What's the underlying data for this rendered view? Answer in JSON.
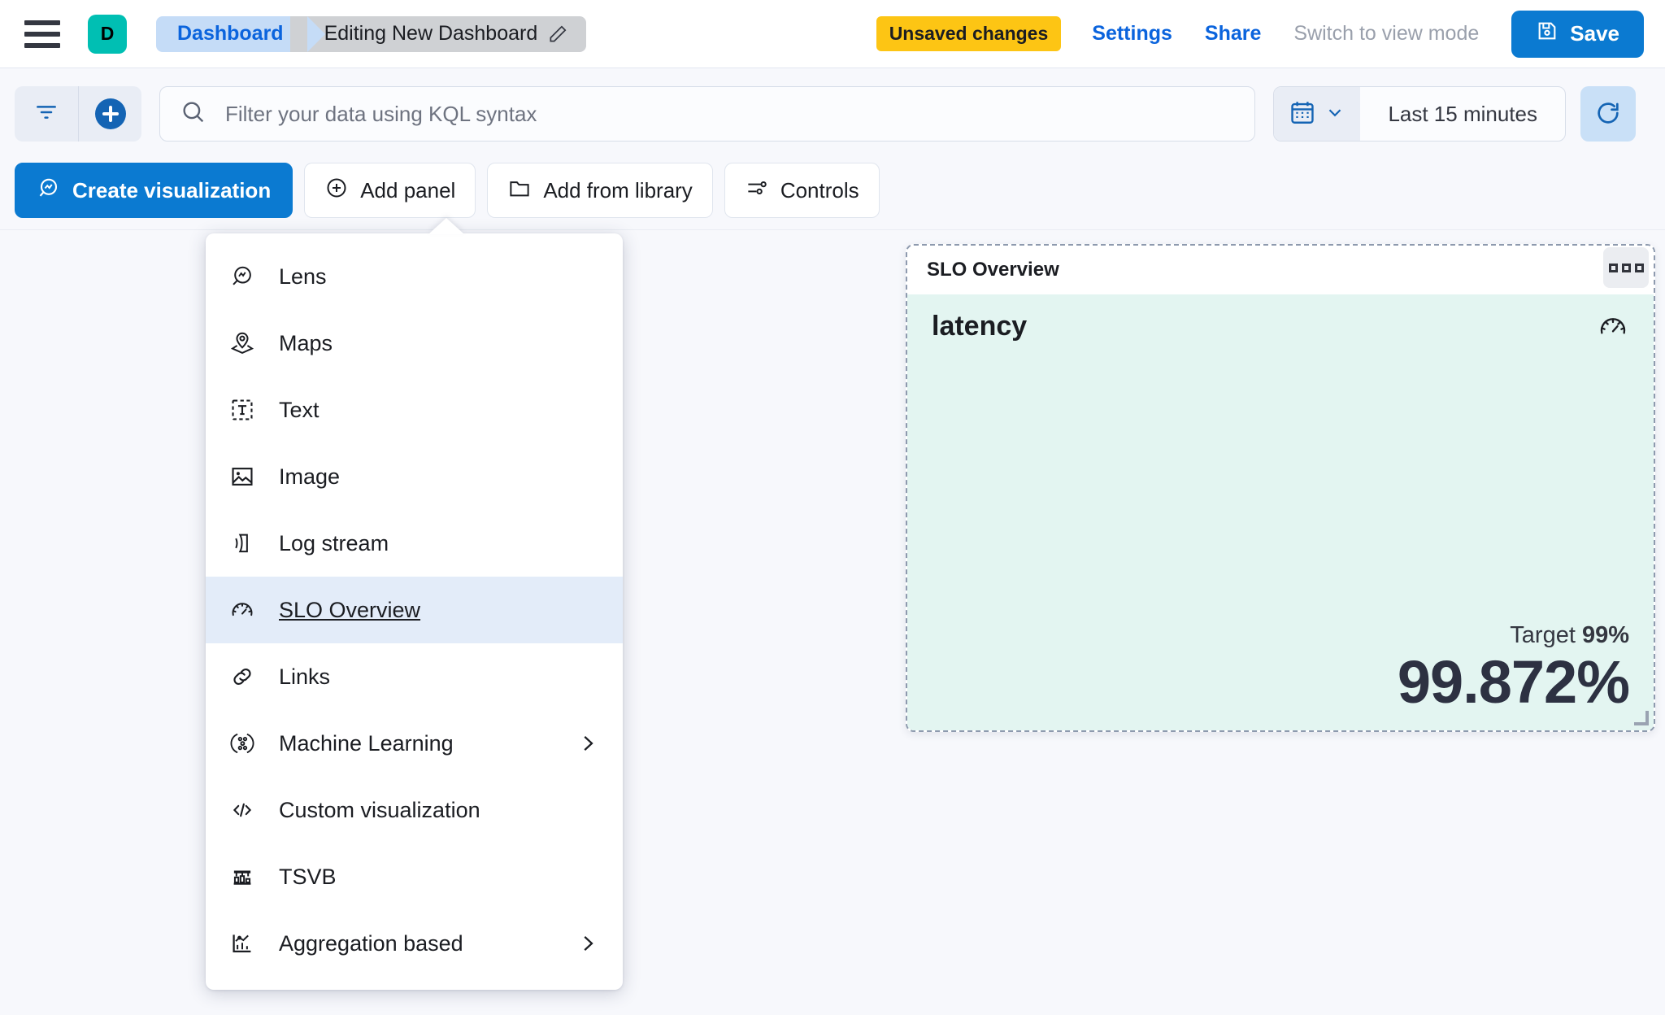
{
  "header": {
    "menu_icon": "hamburger-icon",
    "space_avatar_letter": "D",
    "breadcrumbs": [
      {
        "label": "Dashboard",
        "active": false
      },
      {
        "label": "Editing New Dashboard",
        "active": true,
        "icon": "pencil-icon"
      }
    ],
    "unsaved_badge": "Unsaved changes",
    "links": [
      {
        "label": "Settings",
        "muted": false
      },
      {
        "label": "Share",
        "muted": false
      },
      {
        "label": "Switch to view mode",
        "muted": true
      }
    ],
    "save_label": "Save",
    "save_icon": "save-disk-icon"
  },
  "querybar": {
    "filter_icon": "filter-icon",
    "add_filter_icon": "plus-circle-icon",
    "search_icon": "search-icon",
    "kql_placeholder": "Filter your data using KQL syntax",
    "kql_value": "",
    "calendar_icon": "calendar-icon",
    "chevron_icon": "chevron-down-icon",
    "time_range": "Last 15 minutes",
    "refresh_icon": "refresh-icon"
  },
  "toolbar": {
    "buttons": [
      {
        "label": "Create visualization",
        "icon": "lens-icon",
        "primary": true
      },
      {
        "label": "Add panel",
        "icon": "plus-circle-outline-icon",
        "primary": false
      },
      {
        "label": "Add from library",
        "icon": "folder-icon",
        "primary": false
      },
      {
        "label": "Controls",
        "icon": "controls-icon",
        "primary": false
      }
    ]
  },
  "add_panel_menu": {
    "items": [
      {
        "label": "Lens",
        "icon": "lens-icon",
        "has_submenu": false,
        "selected": false
      },
      {
        "label": "Maps",
        "icon": "map-marker-icon",
        "has_submenu": false,
        "selected": false
      },
      {
        "label": "Text",
        "icon": "text-box-icon",
        "has_submenu": false,
        "selected": false
      },
      {
        "label": "Image",
        "icon": "image-icon",
        "has_submenu": false,
        "selected": false
      },
      {
        "label": "Log stream",
        "icon": "log-stream-icon",
        "has_submenu": false,
        "selected": false
      },
      {
        "label": "SLO Overview",
        "icon": "gauge-icon",
        "has_submenu": false,
        "selected": true
      },
      {
        "label": "Links",
        "icon": "link-icon",
        "has_submenu": false,
        "selected": false
      },
      {
        "label": "Machine Learning",
        "icon": "ml-icon",
        "has_submenu": true,
        "selected": false
      },
      {
        "label": "Custom visualization",
        "icon": "code-icon",
        "has_submenu": false,
        "selected": false
      },
      {
        "label": "TSVB",
        "icon": "tsvb-icon",
        "has_submenu": false,
        "selected": false
      },
      {
        "label": "Aggregation based",
        "icon": "agg-chart-icon",
        "has_submenu": true,
        "selected": false
      }
    ]
  },
  "slo_panel": {
    "header_title": "SLO Overview",
    "context_menu_icon": "context-menu-icon",
    "metric_name": "latency",
    "metric_icon": "gauge-icon",
    "target_label": "Target",
    "target_value": "99%",
    "sli_value": "99.872%",
    "resize_handle_icon": "resize-handle-icon"
  },
  "colors": {
    "accent_blue": "#0B7AD1",
    "link_blue": "#0B64DD",
    "badge_yellow": "#FDC514",
    "space_teal": "#00BFB3",
    "panel_mint": "#E3F5F1",
    "menu_selected": "#E3ECF9",
    "canvas_bg": "#F7F8FC"
  }
}
